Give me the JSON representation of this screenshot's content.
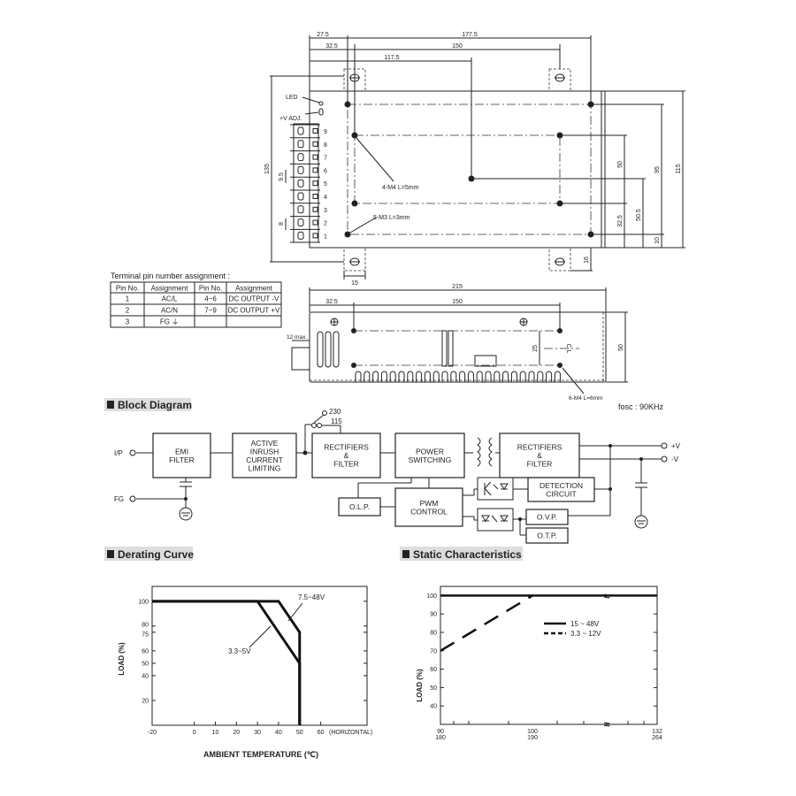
{
  "top_view": {
    "dims_top": [
      "27.5",
      "177.5",
      "32.5",
      "150",
      "117.5"
    ],
    "dims_right": [
      "50",
      "95",
      "115",
      "32.5",
      "50.5",
      "10",
      "16"
    ],
    "dim_left": "135",
    "dim_tab": "15",
    "pitch_a": "9.5",
    "pitch_b": "8",
    "led_label": "LED",
    "vadj_label": "+V ADJ.",
    "m4_label": "4-M4 L=5mm",
    "m3_label": "5-M3 L=3mm",
    "pins": [
      "9",
      "8",
      "7",
      "6",
      "5",
      "4",
      "3",
      "2",
      "1"
    ]
  },
  "side_view": {
    "dim_length": "215",
    "dim_a": "32.5",
    "dim_b": "150",
    "dim_height": "50",
    "dim_holes": "25",
    "max_label": "12 max.",
    "cl_label": "C L",
    "m4_label": "6-M4 L=6mm",
    "fosc": "fosc : 90KHz"
  },
  "pin_table": {
    "title": "Terminal pin number assignment :",
    "headers": [
      "Pin No.",
      "Assignment",
      "Pin No.",
      "Assignment"
    ],
    "rows": [
      [
        "1",
        "AC/L",
        "4~6",
        "DC OUTPUT -V"
      ],
      [
        "2",
        "AC/N",
        "7~9",
        "DC OUTPUT +V"
      ],
      [
        "3",
        "FG ⏚",
        "",
        ""
      ]
    ]
  },
  "block_diagram": {
    "title": "Block Diagram",
    "ip": "I/P",
    "fg": "FG",
    "sw_230": "230",
    "sw_115": "115",
    "emi": [
      "EMI",
      "FILTER"
    ],
    "inrush": [
      "ACTIVE",
      "INRUSH",
      "CURRENT",
      "LIMITING"
    ],
    "rect1": [
      "RECTIFIERS",
      "&",
      "FILTER"
    ],
    "power": [
      "POWER",
      "SWITCHING"
    ],
    "rect2": [
      "RECTIFIERS",
      "&",
      "FILTER"
    ],
    "detection": [
      "DETECTION",
      "CIRCUIT"
    ],
    "olp": "O.L.P.",
    "pwm": [
      "PWM",
      "CONTROL"
    ],
    "ovp": "O.V.P.",
    "otp": "O.T.P.",
    "out_pos": "+V",
    "out_neg": "-V"
  },
  "chart_data": [
    {
      "type": "line",
      "title": "Derating Curve",
      "xlabel": "AMBIENT TEMPERATURE (℃)",
      "ylabel": "LOAD (%)",
      "xlim": [
        -20,
        82
      ],
      "ylim": [
        0,
        112
      ],
      "xticks": [
        "-20",
        "0",
        "10",
        "20",
        "30",
        "40",
        "50",
        "60"
      ],
      "xtick_values": [
        -20,
        0,
        10,
        20,
        30,
        40,
        50,
        60
      ],
      "xtick_extra": "(HORIZONTAL)",
      "yticks": [
        "100",
        "80",
        "75",
        "60",
        "50",
        "40",
        "20"
      ],
      "ytick_values": [
        100,
        80,
        75,
        60,
        50,
        40,
        20
      ],
      "series": [
        {
          "name": "3.3~5V",
          "x": [
            -20,
            30,
            50,
            50
          ],
          "y": [
            100,
            100,
            50,
            0
          ]
        },
        {
          "name": "7.5~48V",
          "x": [
            -20,
            40,
            50,
            50
          ],
          "y": [
            100,
            100,
            75,
            0
          ]
        }
      ],
      "grid": false
    },
    {
      "type": "line",
      "title": "Static Characteristics",
      "xlabel": "",
      "ylabel": "LOAD (%)",
      "xlim": [
        90,
        132
      ],
      "ylim": [
        30,
        105
      ],
      "xticks": [
        [
          "90",
          "180"
        ],
        [
          "100",
          "190"
        ],
        [
          "132",
          "264"
        ]
      ],
      "yticks": [
        "100",
        "90",
        "80",
        "70",
        "60",
        "50",
        "40"
      ],
      "ytick_values": [
        100,
        90,
        80,
        70,
        60,
        50,
        40
      ],
      "series": [
        {
          "name": "15 ~ 48V",
          "style": "solid",
          "x": [
            90,
            132
          ],
          "y": [
            100,
            100
          ]
        },
        {
          "name": "3.3 ~ 12V",
          "style": "dashed",
          "x": [
            90,
            100
          ],
          "y": [
            70,
            100
          ]
        }
      ],
      "legend": "top-right",
      "grid": false
    }
  ]
}
